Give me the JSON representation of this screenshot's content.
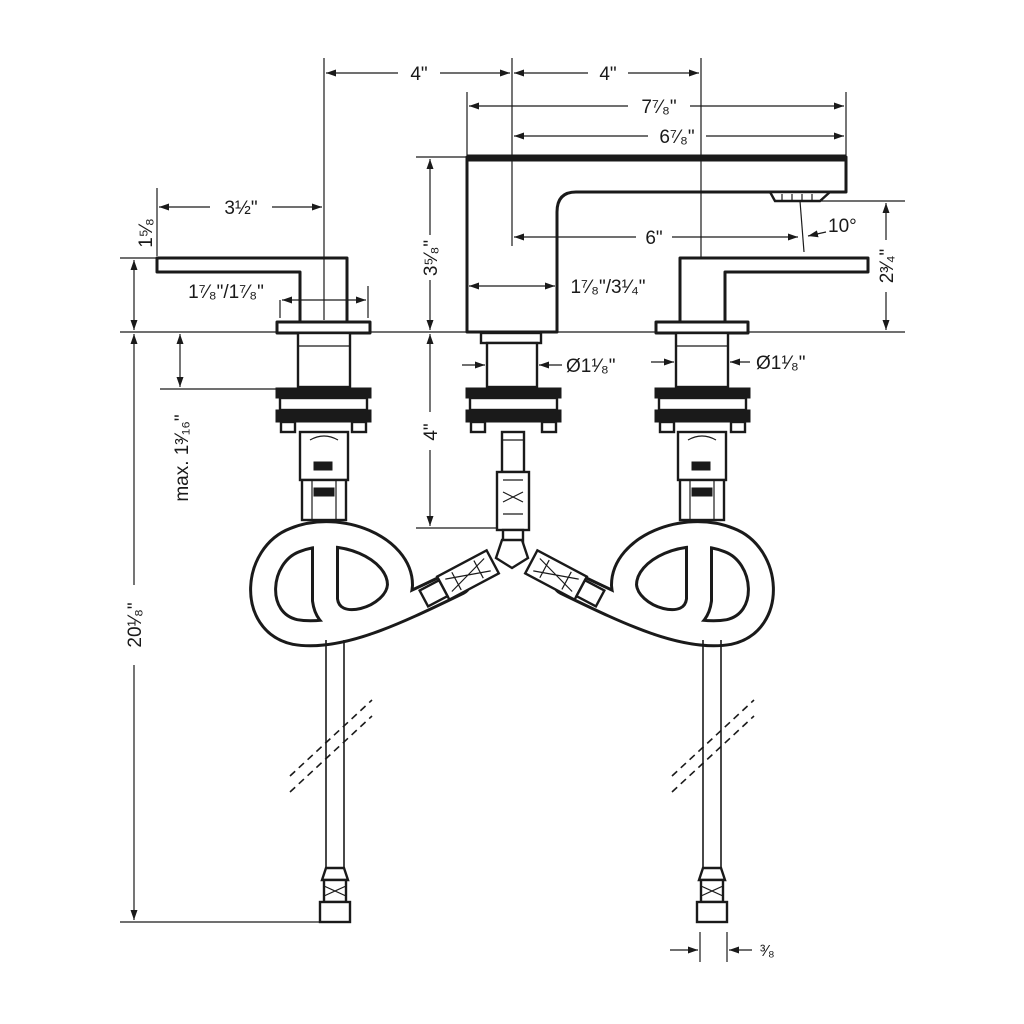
{
  "dimensions": {
    "handle_spacing_left": "4\"",
    "handle_spacing_right": "4\"",
    "spout_length_total": "7⁷⁄₈\"",
    "spout_length_reach": "6⁷⁄₈\"",
    "handle_length": "3½\"",
    "handle_top_height": "1⁵⁄₈",
    "handle_escutcheon": "1⁷⁄₈\"/1⁷⁄₈\"",
    "spout_height": "3⁵⁄₈\"",
    "spout_reach_to_outlet": "6\"",
    "spout_angle": "10°",
    "outlet_height": "2³⁄₄\"",
    "spout_base": "1⁷⁄₈\"/3¹⁄₄\"",
    "shank_diameter_left": "Ø1¹⁄₈\"",
    "shank_diameter_right": "Ø1¹⁄₈\"",
    "max_deck_thickness": "max. 1³⁄₁₆\"",
    "spout_shank_length": "4\"",
    "supply_length": "20¹⁄₈\"",
    "supply_connection": "³⁄₈"
  },
  "colors": {
    "line": "#1a1a1a",
    "background": "#ffffff"
  }
}
